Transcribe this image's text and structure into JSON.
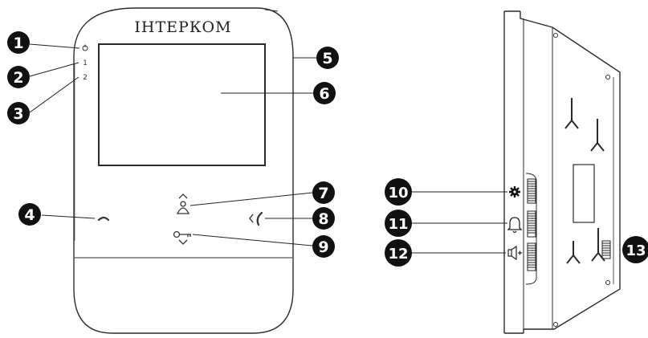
{
  "brand": "ІНТЕРКОМ",
  "led_labels": [
    "1",
    "2"
  ],
  "callouts": [
    "1",
    "2",
    "3",
    "4",
    "5",
    "6",
    "7",
    "8",
    "9",
    "10",
    "11",
    "12",
    "13"
  ],
  "colors": {
    "line": "#2a2a2a",
    "badge": "#111111",
    "panel_fill": "#ffffff"
  },
  "icons": {
    "power_led": "power-icon",
    "hangup": "handset-down-icon",
    "answer": "handset-up-icon",
    "monitor": "person-icon",
    "unlock": "key-icon",
    "settings": "gear-icon",
    "chime": "bell-icon",
    "volume": "speaker-icon",
    "mount_holes": "y-slot-icon"
  }
}
